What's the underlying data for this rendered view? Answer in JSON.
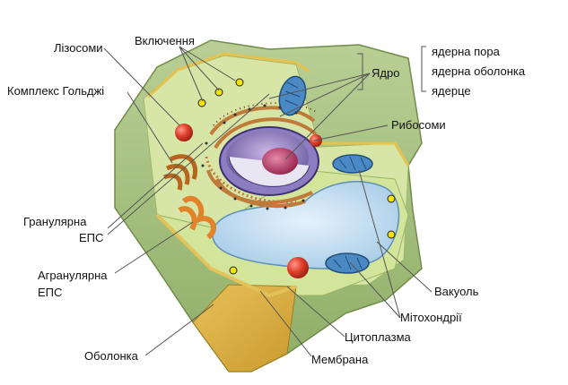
{
  "labels": {
    "lysosomes": "Лізосоми",
    "inclusions": "Включення",
    "golgi": "Комплекс Гольджі",
    "rough_er_line1": "Гранулярна",
    "rough_er_line2": "ЕПС",
    "smooth_er_line1": "Агранулярна",
    "smooth_er_line2": "ЕПС",
    "wall": "Оболонка",
    "membrane": "Мембрана",
    "cytoplasm": "Цитоплазма",
    "mitochondria": "Мітохондрії",
    "vacuole": "Вакуоль",
    "ribosomes": "Рибосоми",
    "nucleus": "Ядро",
    "nuclear_pore": "ядерна пора",
    "nuclear_envelope": "ядерна оболонка",
    "nucleolus": "ядерце"
  }
}
